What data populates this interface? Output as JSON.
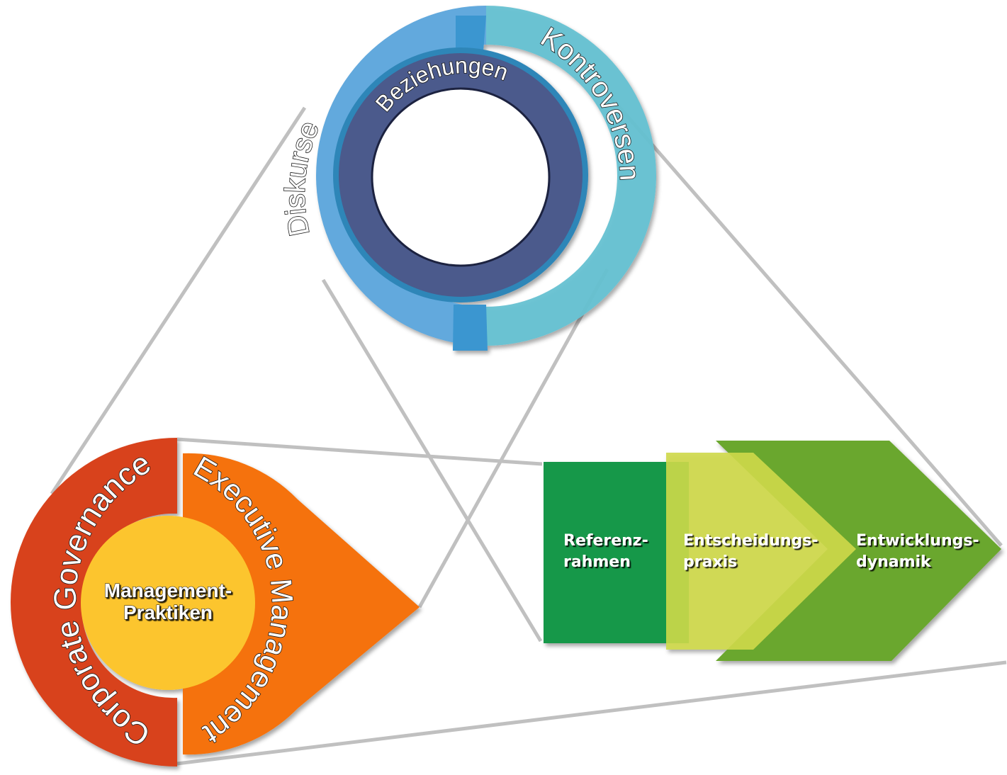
{
  "colors": {
    "connector": "#c0c0c0",
    "diskurse": "#62a9dd",
    "kontroversen": "#66c1d2",
    "overlap_blue": "#3a96d0",
    "beziehungen": "#4b5a8c",
    "governance": "#d8431b",
    "executive": "#f57208",
    "praktiken": "#fcc52e",
    "referenzrahmen": "#12984a",
    "entscheidungspraxis": "#cfd94a",
    "entwicklungsdynamik": "#6aa72e"
  },
  "top_cluster": {
    "outer_left_label": "Diskurse",
    "outer_right_label": "Kontroversen",
    "inner_label": "Beziehungen"
  },
  "left_cluster": {
    "outer_left_label": "Corporate Governance",
    "outer_right_label": "Executive Management",
    "center_label_line1": "Management-",
    "center_label_line2": "Praktiken"
  },
  "right_cluster": {
    "steps": [
      {
        "line1": "Referenz-",
        "line2": "rahmen"
      },
      {
        "line1": "Entscheidungs-",
        "line2": "praxis"
      },
      {
        "line1": "Entwicklungs-",
        "line2": "dynamik"
      }
    ]
  }
}
